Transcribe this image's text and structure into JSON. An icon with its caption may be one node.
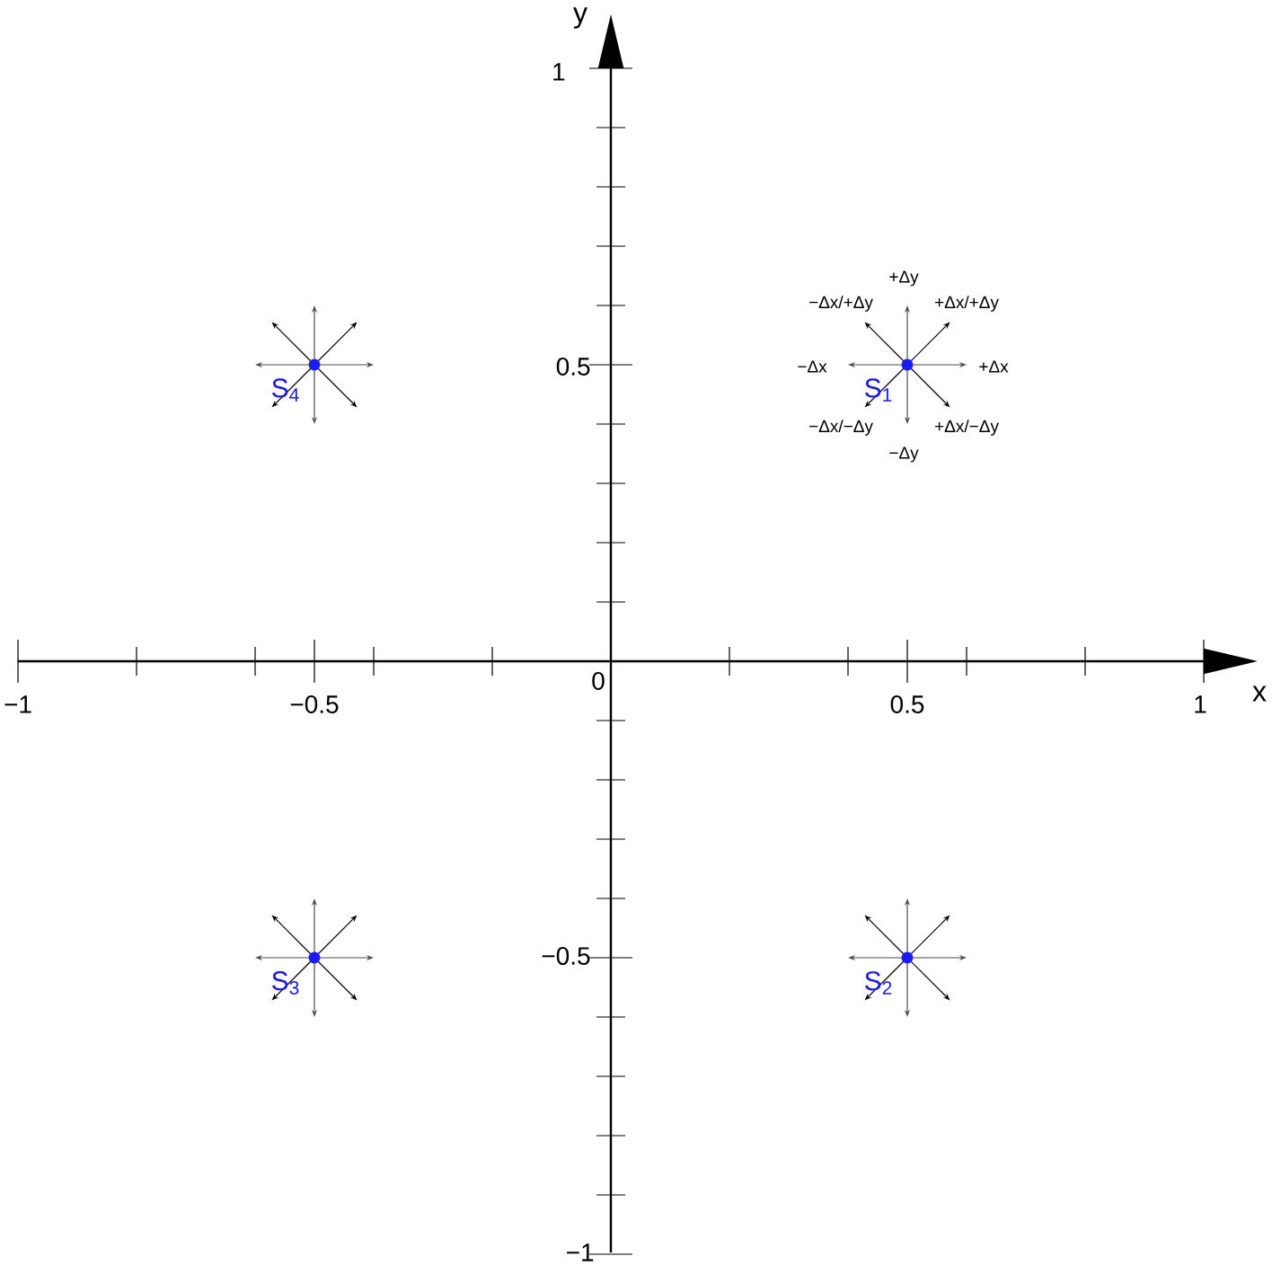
{
  "diagram": {
    "nodes": [
      {
        "text": [
          "S$_{4}$"
        ]
      },
      {
        "text": [
          "S$_{1}$"
        ]
      },
      {
        "text": [
          "S$_{3}$"
        ]
      },
      {
        "text": [
          "S$_{2}$"
        ]
      }
    ],
    "labels": [
      "y",
      "1",
      "+Δy",
      "−Δx/+Δy",
      "+Δx/+Δy",
      "0.5",
      "−Δx",
      "+Δx",
      "−Δx/−Δy",
      "+Δx/−Δy",
      "−Δy",
      "0",
      "−1",
      "−0.5",
      "0.5",
      "1",
      "x",
      "−0.5",
      "−1"
    ]
  }
}
